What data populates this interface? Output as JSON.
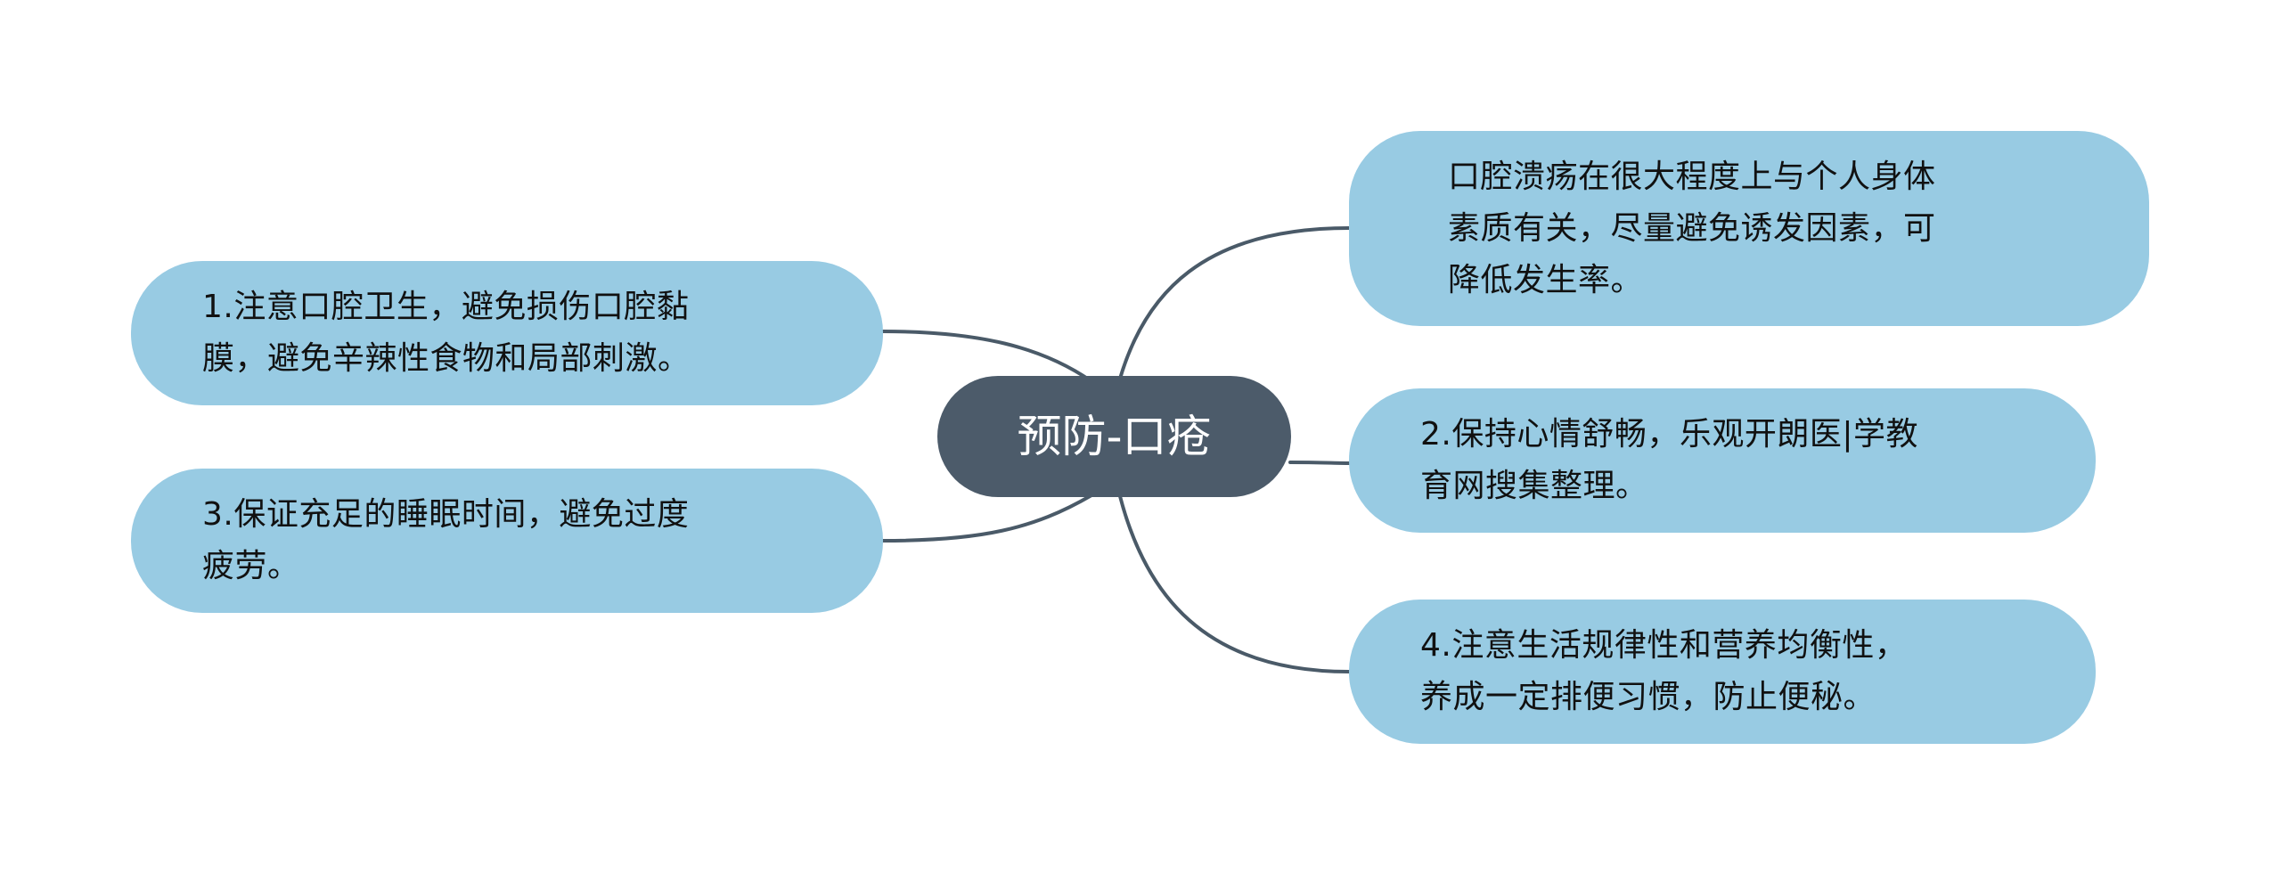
{
  "central_topic": "预防-口疮",
  "colors": {
    "central_fill": "#4c5b6a",
    "central_text": "#ffffff",
    "topic_fill": "#98cbe3",
    "topic_text": "#111111",
    "connector": "#4a5a68",
    "background": "#ffffff"
  },
  "branches": {
    "top_right": {
      "lines": [
        "口腔溃疡在很大程度上与个人身体",
        "素质有关，尽量避免诱发因素，可",
        "降低发生率。"
      ]
    },
    "mid_right": {
      "lines": [
        "2.保持心情舒畅，乐观开朗医|学教",
        "育网搜集整理。"
      ]
    },
    "bot_right": {
      "lines": [
        "4.注意生活规律性和营养均衡性，",
        "养成一定排便习惯，防止便秘。"
      ]
    },
    "left_1": {
      "lines": [
        "1.注意口腔卫生，避免损伤口腔黏",
        "膜，避免辛辣性食物和局部刺激。"
      ]
    },
    "left_3": {
      "lines": [
        "3.保证充足的睡眠时间，避免过度",
        "疲劳。"
      ]
    }
  }
}
